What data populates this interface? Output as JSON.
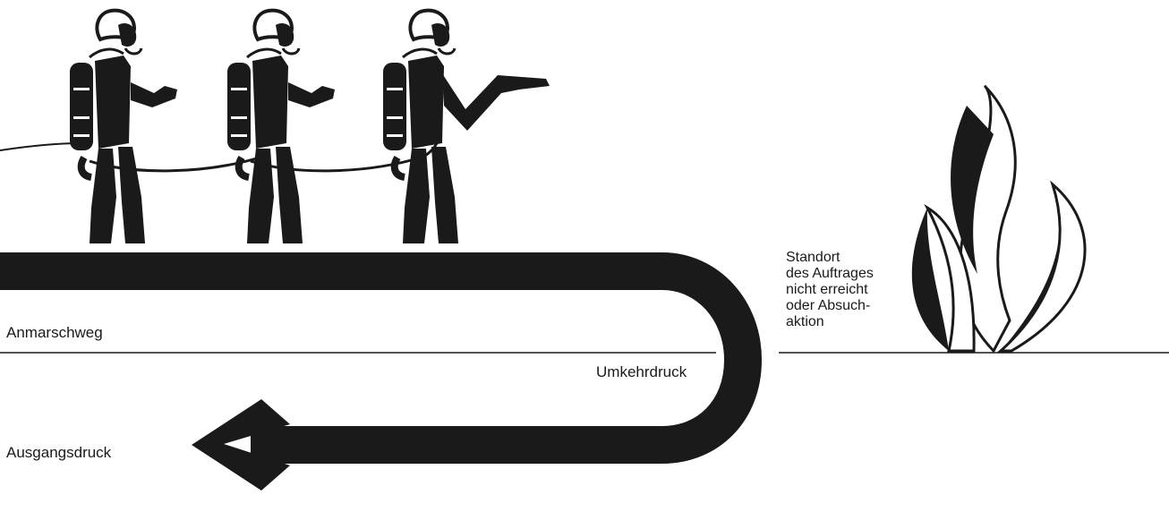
{
  "labels": {
    "approach": "Anmarschweg",
    "turnaround": "Umkehrdruck",
    "exit": "Ausgangsdruck",
    "target": "Standort\ndes Auftrages\nnicht erreicht\noder Absuch-\naktion"
  },
  "colors": {
    "ink": "#1a1a1a",
    "background": "#ffffff"
  },
  "icons": [
    "firefighter-icon",
    "firefighter-icon",
    "firefighter-icon",
    "flame-icon"
  ]
}
